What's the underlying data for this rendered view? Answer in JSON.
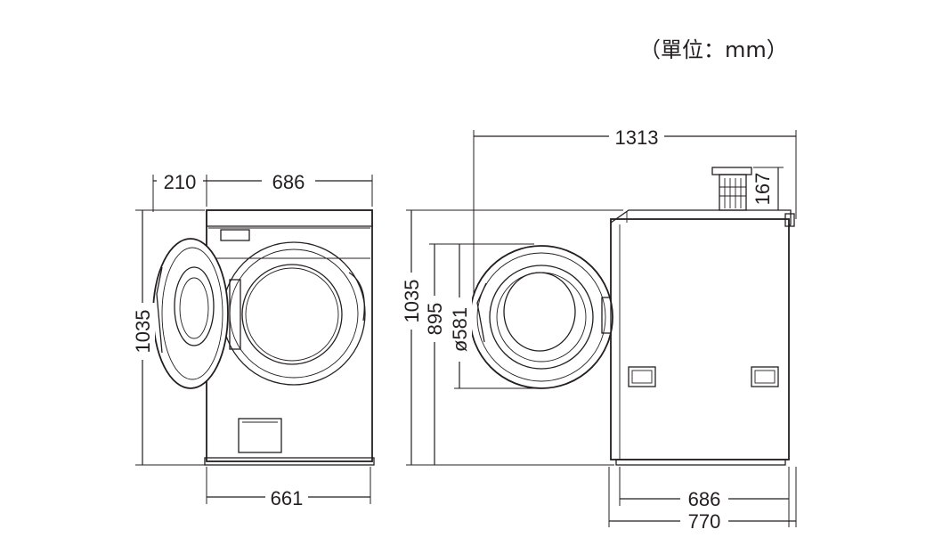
{
  "unit_note": "（單位：mm）",
  "front_view": {
    "door_swing": "210",
    "top_depth": "686",
    "height": "1035",
    "base_width": "661"
  },
  "side_view": {
    "total_length": "1313",
    "vent_height": "167",
    "height": "1035",
    "door_height": "895",
    "door_diameter": "ø581",
    "depth_body": "686",
    "depth_total": "770"
  }
}
